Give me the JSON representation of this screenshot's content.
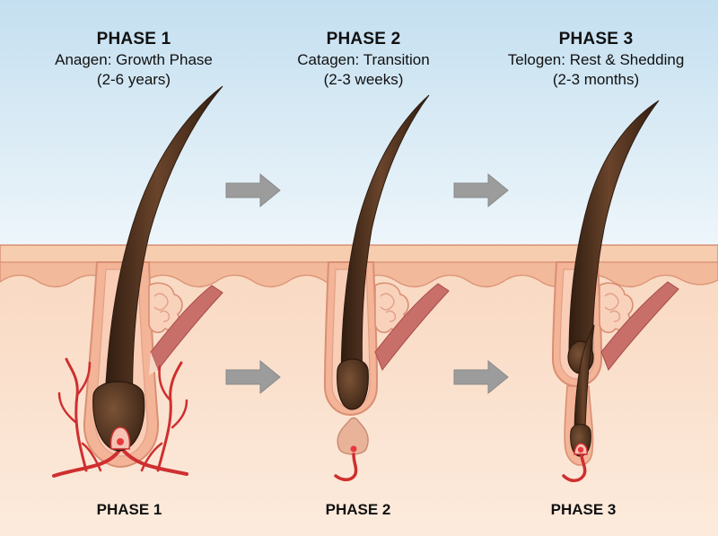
{
  "phases": [
    {
      "title": "PHASE 1",
      "name": "Anagen: Growth Phase",
      "duration": "(2-6 years)",
      "footer": "PHASE 1"
    },
    {
      "title": "PHASE 2",
      "name": "Catagen: Transition",
      "duration": "(2-3 weeks)",
      "footer": "PHASE 2"
    },
    {
      "title": "PHASE 3",
      "name": "Telogen: Rest & Shedding",
      "duration": "(2-3 months)",
      "footer": "PHASE 3"
    }
  ],
  "colors": {
    "sky_top": "#c4dff0",
    "sky_bottom": "#eef6fb",
    "skin_surface": "#f7cdb0",
    "epidermis": "#f2b99a",
    "dermis": "#fbe3d0",
    "hair": "#4f3220",
    "hair_dark": "#2f1c10",
    "follicle": "#f0a88c",
    "vessel": "#cf2f2f",
    "muscle": "#c96f6a",
    "arrow": "#9c9c9c"
  }
}
